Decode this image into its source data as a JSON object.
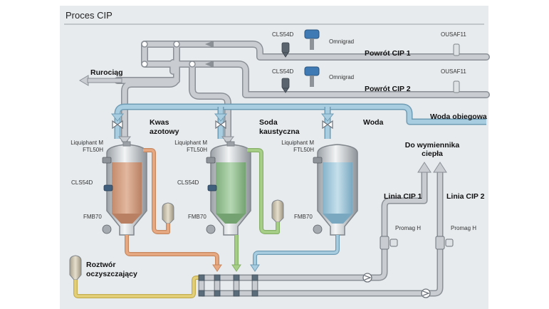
{
  "title": "Proces CIP",
  "lines": {
    "return1": "Powrót CIP 1",
    "return2": "Powrót CIP 2",
    "drain": "Rurociąg",
    "recirc": "Woda obiegowa",
    "to_exchanger_line1": "Do wymiennika",
    "to_exchanger_line2": "ciepła",
    "cip1": "Linia CIP 1",
    "cip2": "Linia CIP 2"
  },
  "tanks": [
    {
      "name_line1": "Kwas",
      "name_line2": "azotowy",
      "level_instrument": "Liquiphant M",
      "level_model": "FTL50H",
      "conductivity": "CLS54D",
      "pressure": "FMB70",
      "fill_color": "#d8a78b"
    },
    {
      "name_line1": "Soda",
      "name_line2": "kaustyczna",
      "level_instrument": "Liquiphant M",
      "level_model": "FTL50H",
      "conductivity": "CLS54D",
      "pressure": "FMB70",
      "fill_color": "#9cc99a"
    },
    {
      "name_line1": "Woda",
      "name_line2": "",
      "level_instrument": "Liquiphant M",
      "level_model": "FTL50H",
      "conductivity": "",
      "pressure": "FMB70",
      "fill_color": "#a9cde0"
    }
  ],
  "cleaning_solution_line1": "Roztwór",
  "cleaning_solution_line2": "oczyszczający",
  "instruments": {
    "cls_return1": "CLS54D",
    "cls_return2": "CLS54D",
    "omnigrad1": "Omnigrad",
    "omnigrad2": "Omnigrad",
    "ousaf1": "OUSAF11",
    "ousaf2": "OUSAF11",
    "promag1": "Promag H",
    "promag2": "Promag H"
  },
  "colors": {
    "background": "#e7ebee",
    "pipe_gray": "#bcc1c6",
    "pipe_outline": "#8b9097",
    "water_pipe": "#a9cde0",
    "acid_pipe": "#e6a981",
    "caustic_pipe": "#a8cf87",
    "solution_pipe": "#e3cf78",
    "instrument_blue": "#3f7ab5"
  }
}
